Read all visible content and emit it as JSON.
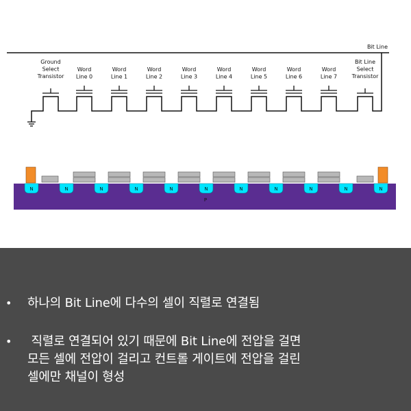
{
  "diagram": {
    "bit_line_label": "Bit Line",
    "ground_select_label": [
      "Ground",
      "Select",
      "Transistor"
    ],
    "word_lines": [
      [
        "Word",
        "Line 0"
      ],
      [
        "Word",
        "Line 1"
      ],
      [
        "Word",
        "Line 2"
      ],
      [
        "Word",
        "Line 3"
      ],
      [
        "Word",
        "Line 4"
      ],
      [
        "Word",
        "Line 5"
      ],
      [
        "Word",
        "Line 6"
      ],
      [
        "Word",
        "Line 7"
      ]
    ],
    "bitline_select_label": [
      "Bit Line",
      "Select",
      "Transistor"
    ],
    "n_label": "N",
    "substrate_label": "P",
    "colors": {
      "substrate": "#5a2d91",
      "n_region": "#00e5ff",
      "select_gate": "#f28c28",
      "cell_gate": "#b8b8b8",
      "line": "#111111"
    }
  },
  "notes": [
    "하나의 Bit Line에 다수의 셀이 직렬로 연결됨",
    " 직렬로 연결되어 있기 때문에 Bit Line에 전압을 걸면\n모든 셀에 전압이 걸리고 컨트롤 게이트에 전압을 걸린\n셀에만 채널이 형성"
  ],
  "bullet_symbol": "•"
}
